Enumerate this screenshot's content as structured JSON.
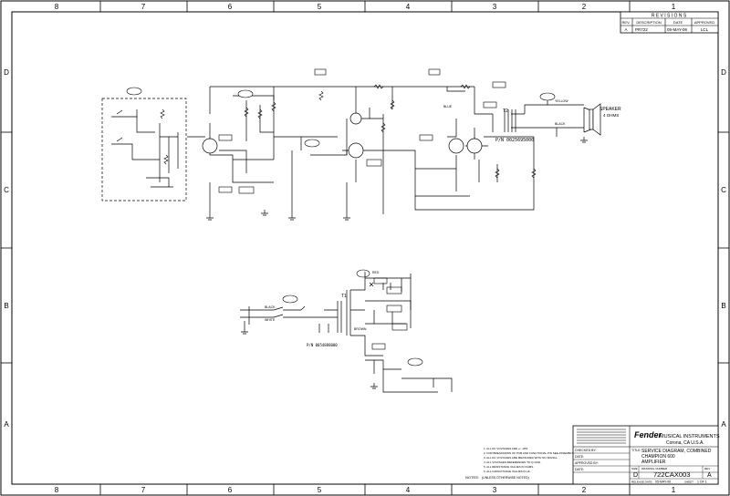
{
  "border": {
    "columns": [
      "8",
      "7",
      "6",
      "5",
      "4",
      "3",
      "2",
      "1"
    ],
    "rows": [
      "D",
      "C",
      "B",
      "A"
    ]
  },
  "revisions": {
    "title": "R E V I S I O N S",
    "headers": [
      "REV.",
      "DESCRIPTION",
      "DATE",
      "APPROVED"
    ],
    "row": {
      "rev": "A",
      "description": "PR722",
      "date": "05-MAY-06",
      "approved": "LCL"
    }
  },
  "schematic": {
    "speaker_label": "SPEAKER",
    "speaker_ohms": "4 OHMS",
    "output_transformer_ref": "T2",
    "output_transformer_pn": "P/N 0025695000",
    "power_transformer_ref": "T1",
    "power_transformer_pn": "P/N 0054888000",
    "wire_labels": {
      "yellow": "YELLOW",
      "black": "BLACK",
      "blue": "BLUE",
      "white": "WHITE",
      "brown": "BROWN",
      "red": "RED"
    }
  },
  "notes": {
    "label": "NOTES:",
    "suffix": "(UNLESS OTHERWISE NOTED)",
    "lines": [
      "1. ALL DC VOLTAGES ARE +/- 10%.",
      "2. FOR BREAKDOWN OF PCB AND FUNCTIONAL P/N SEE ASSEMBLY P/N 0054888000.",
      "3. ALL DC VOLTAGES ARE MEASURED WITH NO SIGNAL.",
      "4. ALL VOLTAGES REFERENCED TO Q GND.",
      "5. ALL RESISTANCE VALUES IN OHMS.",
      "6. ALL CAPACITANCE VALUES IN uF."
    ]
  },
  "title_block": {
    "company": "MUSICAL INSTRUMENTS",
    "location": "Corona, CA   U.S.A.",
    "logo_text": "Fender",
    "checked_by": "CHECKED BY:",
    "date_label": "DATE:",
    "approved_by": "APPROVED BY:",
    "title_label": "TITLE:",
    "title_line1": "SERVICE DIAGRAM, COMBINED",
    "title_line2": "CHAMPION 600",
    "title_line3": "AMPLIFIER",
    "size_label": "SIZE",
    "size": "D",
    "drawing_number_label": "DRAWING NUMBER",
    "drawing_number": "722CAX003",
    "rev_label": "REV.",
    "rev": "A",
    "release_date_label": "RELEASE DATE:",
    "release_date": "05-MAY-06",
    "sheet_label": "SHEET",
    "sheet": "1 OF 1"
  }
}
